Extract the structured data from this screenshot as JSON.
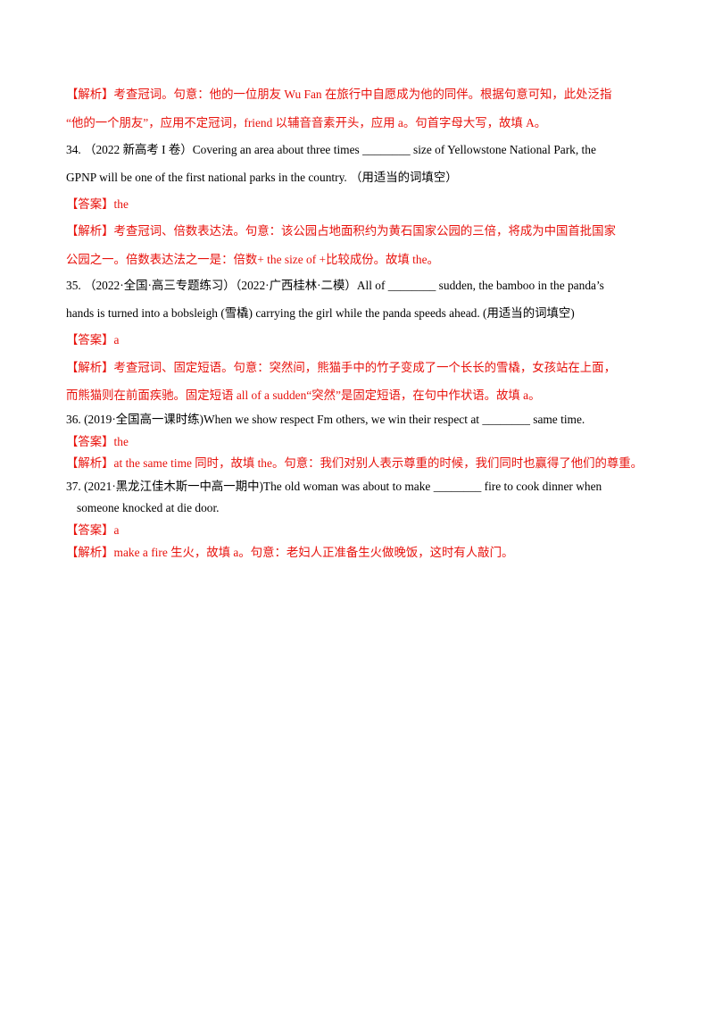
{
  "colors": {
    "answer_red": "#e8120c",
    "body_black": "#000000"
  },
  "lines": [
    "【解析】考查冠词。句意：他的一位朋友 Wu Fan 在旅行中自愿成为他的同伴。根据句意可知，此处泛指",
    "“他的一个朋友”，应用不定冠词，friend 以辅音音素开头，应用 a。句首字母大写，故填 A。",
    "34. （2022 新高考 I 卷）Covering an area about three times ________ size of Yellowstone National Park, the",
    "GPNP will be one of the first national parks in the country. （用适当的词填空）",
    "【答案】the",
    "【解析】考查冠词、倍数表达法。句意：该公园占地面积约为黄石国家公园的三倍，将成为中国首批国家",
    "公园之一。倍数表达法之一是：倍数+ the size of +比较成份。故填 the。",
    "35. （2022·全国·高三专题练习）（2022·广西桂林·二模）All of ________ sudden, the bamboo in the panda’s",
    "hands is turned into a bobsleigh (雪橇) carrying the girl while the panda speeds ahead. (用适当的词填空)",
    "【答案】a",
    "【解析】考查冠词、固定短语。句意：突然间，熊猫手中的竹子变成了一个长长的雪橇，女孩站在上面，",
    "而熊猫则在前面疾驰。固定短语 all of a sudden“突然”是固定短语，在句中作状语。故填 a。",
    "36. (2019·全国高一课时练)When we show respect Fm others, we win their respect at ________ same time.",
    "【答案】the",
    "【解析】at the same time 同时，故填 the。句意：我们对别人表示尊重的时候，我们同时也赢得了他们的尊重。",
    "37. (2021·黑龙江佳木斯一中高一期中)The old woman was about to make ________ fire to cook dinner when",
    "someone knocked at die door.",
    "【答案】a",
    "【解析】make a fire 生火，故填 a。句意：老妇人正准备生火做晚饭，这时有人敲门。"
  ]
}
